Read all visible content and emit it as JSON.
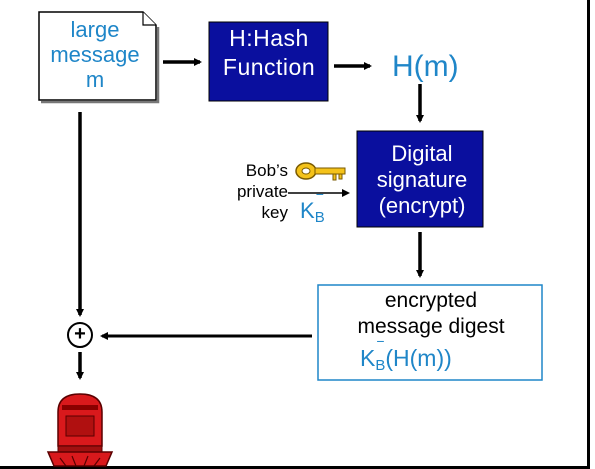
{
  "message_doc": {
    "line1": "large",
    "line2": "message",
    "line3": "m"
  },
  "hash_box": {
    "line1": "H:Hash",
    "line2": "Function"
  },
  "hash_output": "H(m)",
  "signature_box": {
    "line1": "Digital",
    "line2": "signature",
    "line3": "(encrypt)"
  },
  "private_key": {
    "line1": "Bob’s",
    "line2": "private",
    "line3": "key",
    "symbol": "K",
    "subscript": "B",
    "superscript": "−"
  },
  "encrypted_box": {
    "line1": "encrypted",
    "line2": "message digest",
    "formula_prefix": "K",
    "formula_sub": "B",
    "formula_sup": "−",
    "formula_rest": "(H(m))"
  },
  "combine_symbol": "+",
  "colors": {
    "box_fill": "#0a0f9e",
    "accent_text": "#1f86c8",
    "mailbox_red": "#d9191c"
  },
  "icons": [
    "document-icon",
    "key-icon",
    "plus-circle-icon",
    "mailbox-icon"
  ]
}
